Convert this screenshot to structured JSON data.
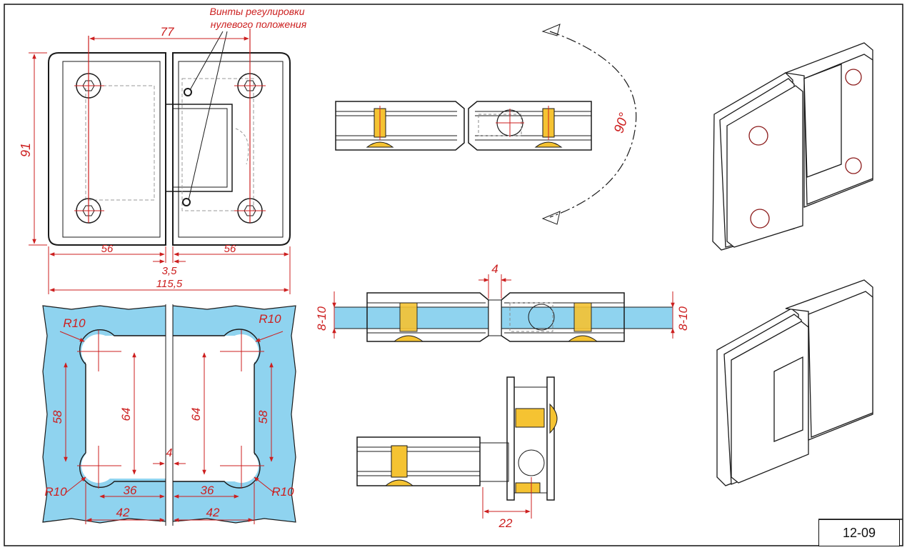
{
  "drawing_id": "12-09",
  "annotation": {
    "line1": "Винты регулировки",
    "line2": "нулевого положения"
  },
  "dimensions": {
    "screw_spacing": "77",
    "height": "91",
    "left_half_width": "56",
    "right_half_width": "56",
    "center_gap": "3,5",
    "total_width": "115,5",
    "glass_gap_side": "4",
    "glass_gap_cutout": "4",
    "glass_thickness_left": "8-10",
    "glass_thickness_right": "8-10",
    "rotation_angle": "90°",
    "offset_90": "22",
    "cutout_radius": "R10",
    "cutout_height_inner": "58",
    "cutout_height_outer": "64",
    "cutout_width_inner": "36",
    "cutout_width_outer": "42"
  },
  "colors": {
    "glass": "#8fd3ef",
    "dimension_red": "#cc1f1f",
    "brass": "#f5c332",
    "outline": "#1a1a1a"
  }
}
